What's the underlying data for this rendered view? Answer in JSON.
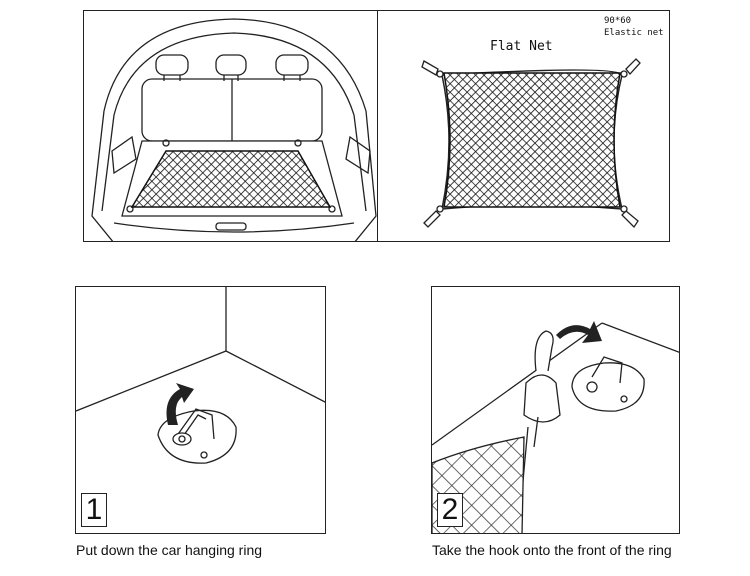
{
  "flat_net_panel": {
    "title": "Flat Net",
    "size": "90*60",
    "type": "Elastic net"
  },
  "steps": [
    {
      "number": "1",
      "caption": "Put down the car hanging ring"
    },
    {
      "number": "2",
      "caption": "Take the hook  onto the front of the ring"
    }
  ],
  "colors": {
    "line": "#222222",
    "background": "#ffffff"
  }
}
